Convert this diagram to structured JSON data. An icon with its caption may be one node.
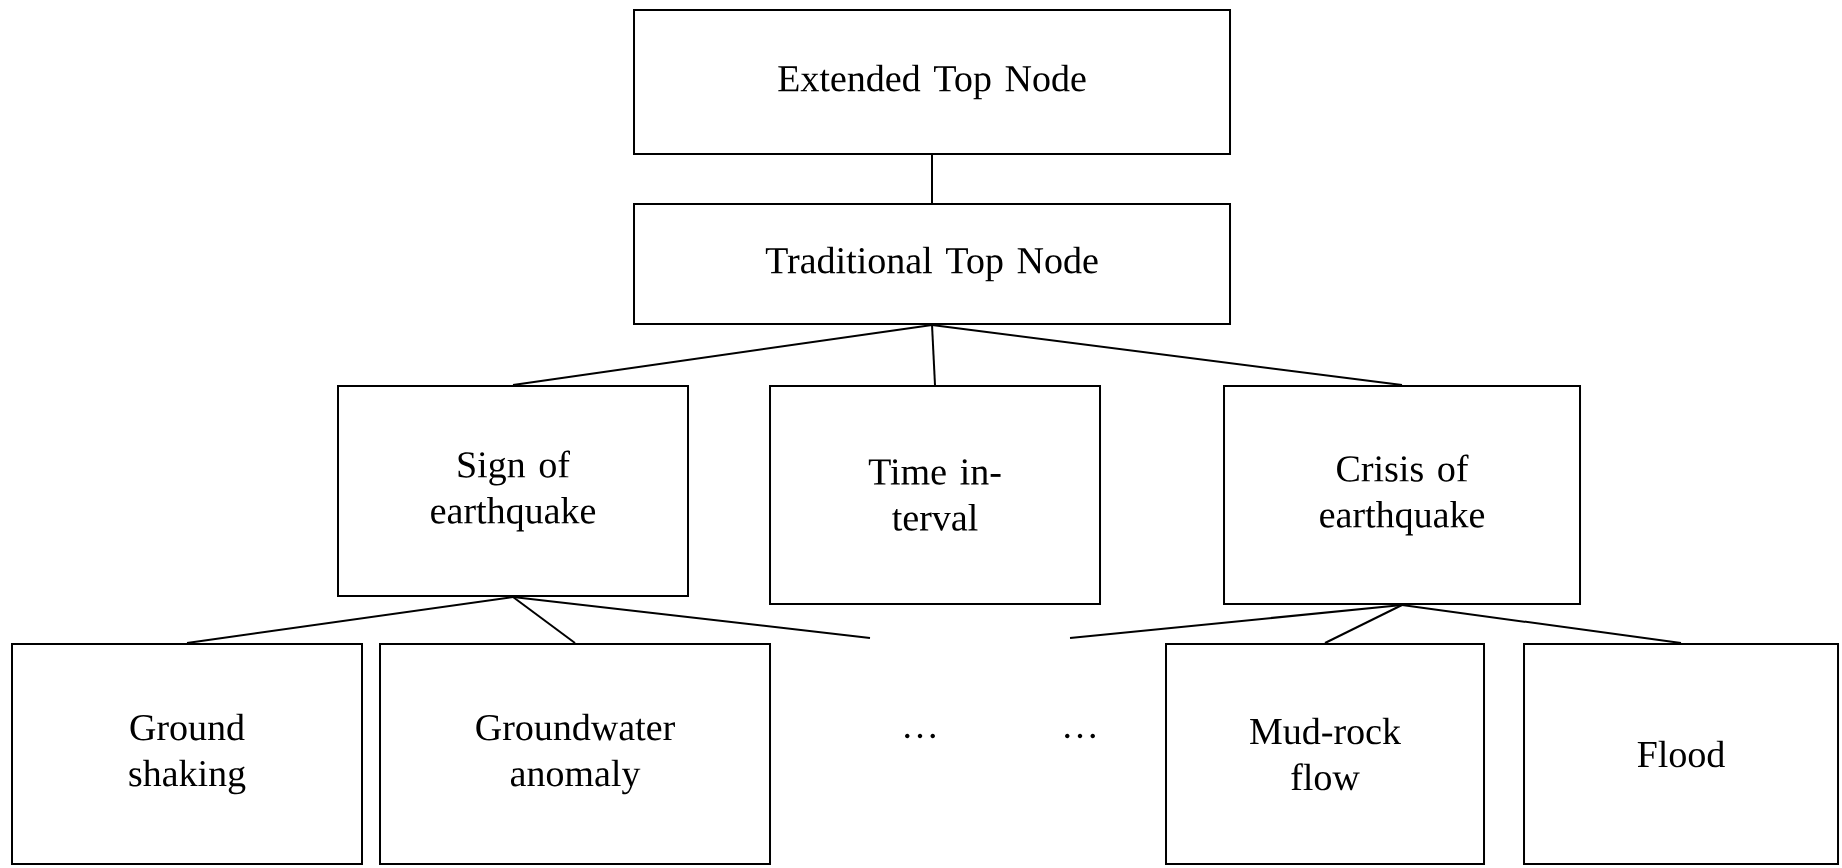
{
  "diagram": {
    "nodes": [
      {
        "text": [
          "Extended Top Node"
        ]
      },
      {
        "text": [
          "Traditional Top Node"
        ]
      },
      {
        "text": [
          "Sign of earthquake"
        ]
      },
      {
        "text": [
          "Time in- terval"
        ]
      },
      {
        "text": [
          "Crisis of earthquake"
        ]
      },
      {
        "text": [
          "Ground shaking"
        ]
      },
      {
        "text": [
          "Groundwater anomaly"
        ]
      },
      {
        "text": [
          "Mud-rock flow"
        ]
      },
      {
        "text": [
          "Flood"
        ]
      }
    ],
    "edges": [
      {
        "from": 0,
        "to": 1,
        "arrow": "none"
      },
      {
        "from": 1,
        "to": 2,
        "arrow": "none"
      },
      {
        "from": 1,
        "to": 3,
        "arrow": "none"
      },
      {
        "from": 1,
        "to": 4,
        "arrow": "none"
      },
      {
        "from": 2,
        "to": 5,
        "arrow": "none"
      },
      {
        "from": 2,
        "to": 6,
        "arrow": "none"
      },
      {
        "from": 2,
        "to": null,
        "arrow": "none"
      },
      {
        "from": 4,
        "to": null,
        "arrow": "none"
      },
      {
        "from": 4,
        "to": 7,
        "arrow": "none"
      },
      {
        "from": 4,
        "to": 8,
        "arrow": "none"
      }
    ],
    "labels": [
      "…",
      "…"
    ]
  }
}
